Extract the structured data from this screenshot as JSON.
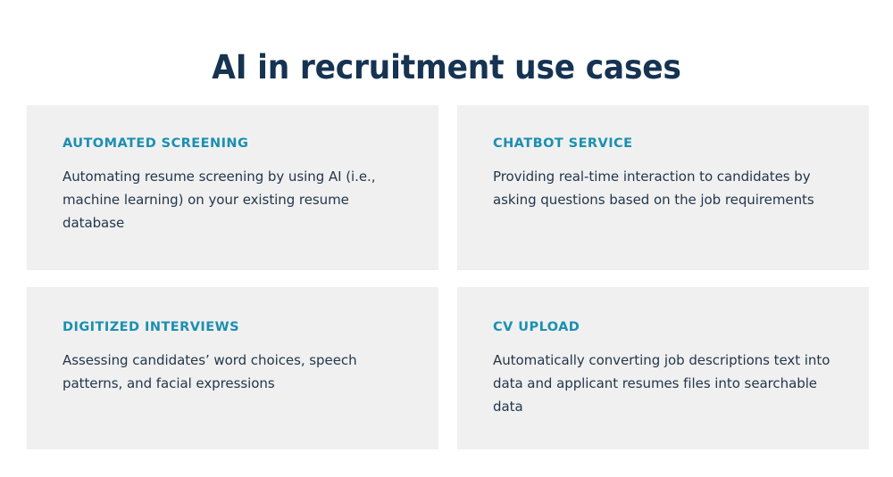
{
  "page": {
    "title": "AI in recruitment use cases",
    "background_color": "#ffffff"
  },
  "theme": {
    "title_color": "#163352",
    "heading_color": "#1b8fb0",
    "body_color": "#22374c",
    "card_background": "#f0f0f0"
  },
  "cards": [
    {
      "id": "automated-screening",
      "heading": "AUTOMATED SCREENING",
      "body": "Automating resume screening by using AI (i.e., machine learning) on your existing resume database"
    },
    {
      "id": "chatbot-service",
      "heading": "CHATBOT SERVICE",
      "body": "Providing real-time interaction to candidates by asking questions based on the job requirements"
    },
    {
      "id": "digitized-interviews",
      "heading": "DIGITIZED INTERVIEWS",
      "body": "Assessing candidates’ word choices, speech patterns, and facial expressions"
    },
    {
      "id": "cv-upload",
      "heading": "CV UPLOAD",
      "body": "Automatically converting job descriptions text into data and applicant resumes files into searchable data"
    }
  ]
}
